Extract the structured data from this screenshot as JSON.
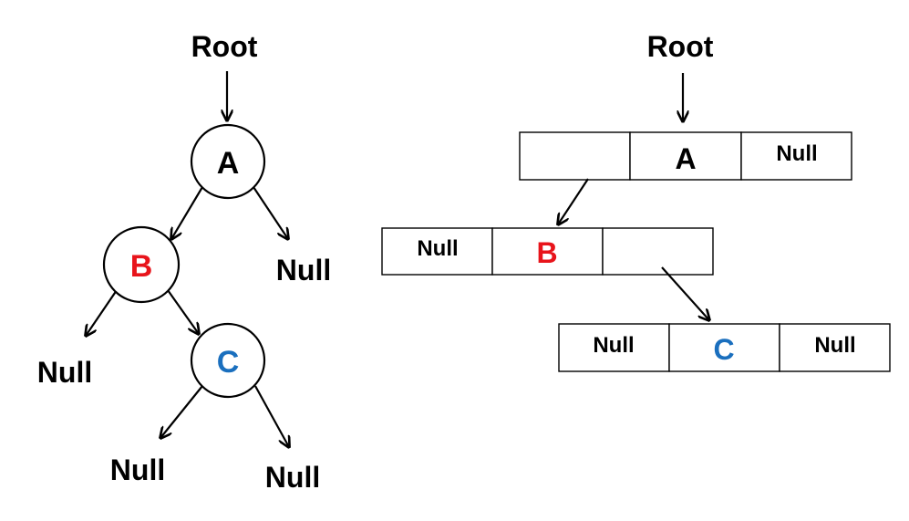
{
  "colors": {
    "text": "#000000",
    "b_node": "#e8141b",
    "c_node": "#1a6fbe"
  },
  "tree_view": {
    "root_label": "Root",
    "node_a": "A",
    "node_b": "B",
    "node_c": "C",
    "a_right": "Null",
    "b_left": "Null",
    "c_left": "Null",
    "c_right": "Null"
  },
  "linked_view": {
    "root_label": "Root",
    "node_a": {
      "left": "",
      "value": "A",
      "right": "Null"
    },
    "node_b": {
      "left": "Null",
      "value": "B",
      "right": ""
    },
    "node_c": {
      "left": "Null",
      "value": "C",
      "right": "Null"
    }
  }
}
